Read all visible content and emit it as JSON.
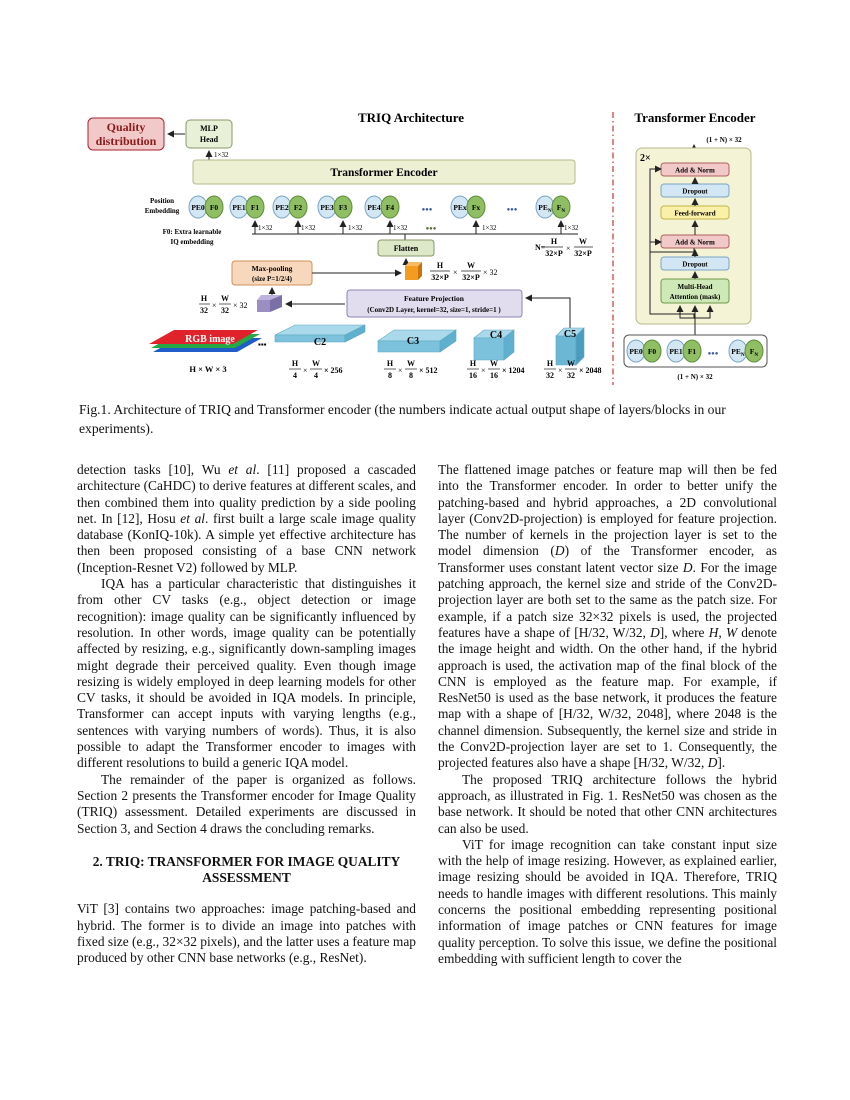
{
  "figure": {
    "triq_title": "TRIQ Architecture",
    "enc_title": "Transformer Encoder",
    "quality": [
      "Quality",
      "distribution"
    ],
    "mlp": [
      "MLP",
      "Head"
    ],
    "dim_1x32": "1×32",
    "transformer_encoder": "Transformer Encoder",
    "pos_emb": [
      "Position",
      "Embedding"
    ],
    "f0_note": [
      "F0: Extra learnable",
      "IQ embedding"
    ],
    "pairs": [
      {
        "pe": "PE0",
        "f": "F0"
      },
      {
        "pe": "PE1",
        "f": "F1"
      },
      {
        "pe": "PE2",
        "f": "F2"
      },
      {
        "pe": "PE3",
        "f": "F3"
      },
      {
        "pe": "PE4",
        "f": "F4"
      },
      {
        "pe": "PEx",
        "f": "Fx"
      },
      {
        "pe": "PEN",
        "f": "FN"
      }
    ],
    "dots": "●●●",
    "flatten": "Flatten",
    "maxpool": [
      "Max-pooling",
      "(size P=1/2/4)"
    ],
    "featproj": [
      "Feature Projection",
      "(Conv2D Layer, kernel=32, size=1, stride=1 )"
    ],
    "rgb": "RGB image",
    "hw3": "H × W × 3",
    "stages": [
      "C2",
      "C3",
      "C4",
      "C5"
    ],
    "shapes": [
      "× 256",
      "× 512",
      "× 1204",
      "× 2048"
    ],
    "shape_den": [
      "4",
      "8",
      "16",
      "32"
    ],
    "pool_shape": "× 32",
    "n_eq": "N=",
    "enc_out": "(1 + N) × 32",
    "enc_in": "(1 + N) × 32",
    "times2": "2×",
    "enc_blocks": [
      "Add & Norm",
      "Feed-forward",
      "Dropout",
      "Add & Norm",
      "Dropout",
      "Multi-Head Attention (mask)"
    ],
    "enc_pairs": [
      {
        "pe": "PE0",
        "f": "F0"
      },
      {
        "pe": "PE1",
        "f": "F1"
      },
      {
        "pe": "PEN",
        "f": "FN"
      }
    ]
  },
  "caption": "Fig.1. Architecture of TRIQ and Transformer encoder (the numbers indicate actual output shape of layers/blocks in our experiments).",
  "left_col": {
    "p1_a": "detection tasks [10], Wu ",
    "p1_b": "et al",
    "p1_c": ". [11] proposed a cascaded architecture (CaHDC) to derive features at different scales, and then combined them into quality prediction by a side pooling net. In [12], Hosu ",
    "p1_d": "et al",
    "p1_e": ". first built a large scale image quality database (KonIQ-10k). A simple yet effective architecture has then been proposed consisting of a base CNN network (Inception-Resnet V2) followed by MLP.",
    "p2": "IQA has a particular characteristic that distinguishes it from other CV tasks (e.g., object detection or image recognition): image quality can be significantly influenced by resolution. In other words, image quality can be potentially affected by resizing, e.g., significantly down-sampling images might degrade their perceived quality. Even though image resizing is widely employed in deep learning models for other CV tasks, it should be avoided in IQA models. In principle, Transformer can accept inputs with varying lengths (e.g., sentences with varying numbers of words). Thus, it is also possible to adapt the Transformer encoder to images with different resolutions to build a generic IQA model.",
    "p3": "The remainder of the paper is organized as follows. Section 2 presents the Transformer encoder for Image Quality (TRIQ) assessment. Detailed experiments are discussed in Section 3, and Section 4 draws the concluding remarks.",
    "sec": "2. TRIQ: TRANSFORMER FOR IMAGE QUALITY ASSESSMENT",
    "p4": "ViT [3] contains two approaches: image patching-based and hybrid. The former is to divide an image into patches with fixed size (e.g., 32×32 pixels), and the latter uses a feature map produced by other CNN base networks (e.g., ResNet)."
  },
  "right_col": {
    "p1_a": "The flattened image patches or feature map will then be fed into the Transformer encoder. In order to better unify the patching-based and hybrid approaches, a 2D convolutional layer (Conv2D-projection) is employed for feature projection. The number of kernels in the projection layer is set to the model dimension (",
    "p1_D1": "D",
    "p1_b": ") of the Transformer encoder, as Transformer uses constant latent vector size ",
    "p1_D2": "D",
    "p1_c": ". For the image patching approach, the kernel size and stride of the Conv2D-projection layer are both set to the same as the patch size. For example, if a patch size 32×32 pixels is used, the projected features have a shape of [H/32, W/32, ",
    "p1_D3": "D",
    "p1_d": "], where ",
    "p1_HW": "H, W",
    "p1_e": " denote the image height and width. On the other hand, if the hybrid approach is used, the activation map of the final block of the CNN is employed as the feature map. For example, if ResNet50 is used as the base network, it produces the feature map with a shape of [H/32, W/32, 2048], where 2048 is the channel dimension. Subsequently, the kernel size and stride in the Conv2D-projection layer are set to 1. Consequently, the projected features also have a shape [H/32, W/32, ",
    "p1_D4": "D",
    "p1_f": "].",
    "p2": "The proposed TRIQ architecture follows the hybrid approach, as illustrated in Fig. 1. ResNet50 was chosen as the base network. It should be noted that other CNN architectures can also be used.",
    "p3": "ViT for image recognition can take constant input size with the help of image resizing. However, as explained earlier, image resizing should be avoided in IQA. Therefore, TRIQ needs to handle images with different resolutions. This mainly concerns the positional embedding representing positional information of image patches or CNN features for image quality perception. To solve this issue, we define the positional embedding with sufficient length to cover the"
  }
}
